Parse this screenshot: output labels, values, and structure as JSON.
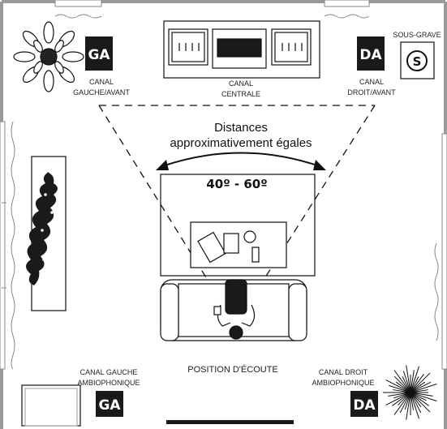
{
  "speakers": {
    "front_left": {
      "badge": "GA",
      "label_line1": "CANAL",
      "label_line2": "GAUCHE/AVANT"
    },
    "center": {
      "label_line1": "CANAL",
      "label_line2": "CENTRALE"
    },
    "front_right": {
      "badge": "DA",
      "label_line1": "CANAL",
      "label_line2": "DROIT/AVANT"
    },
    "subwoofer": {
      "symbol": "S",
      "label": "SOUS-GRAVE"
    },
    "surround_left": {
      "badge": "GA",
      "label_line1": "CANAL GAUCHE",
      "label_line2": "AMBIOPHONIQUE"
    },
    "surround_right": {
      "badge": "DA",
      "label_line1": "CANAL DROIT",
      "label_line2": "AMBIOPHONIQUE"
    }
  },
  "annotation": {
    "line1": "Distances",
    "line2": "approximativement égales"
  },
  "angle_label": "40º - 60º",
  "listening_position": "POSITION D'ÉCOUTE",
  "colors": {
    "wall": "#9a9a9a",
    "ink": "#111111",
    "badge": "#1a1a1a"
  }
}
